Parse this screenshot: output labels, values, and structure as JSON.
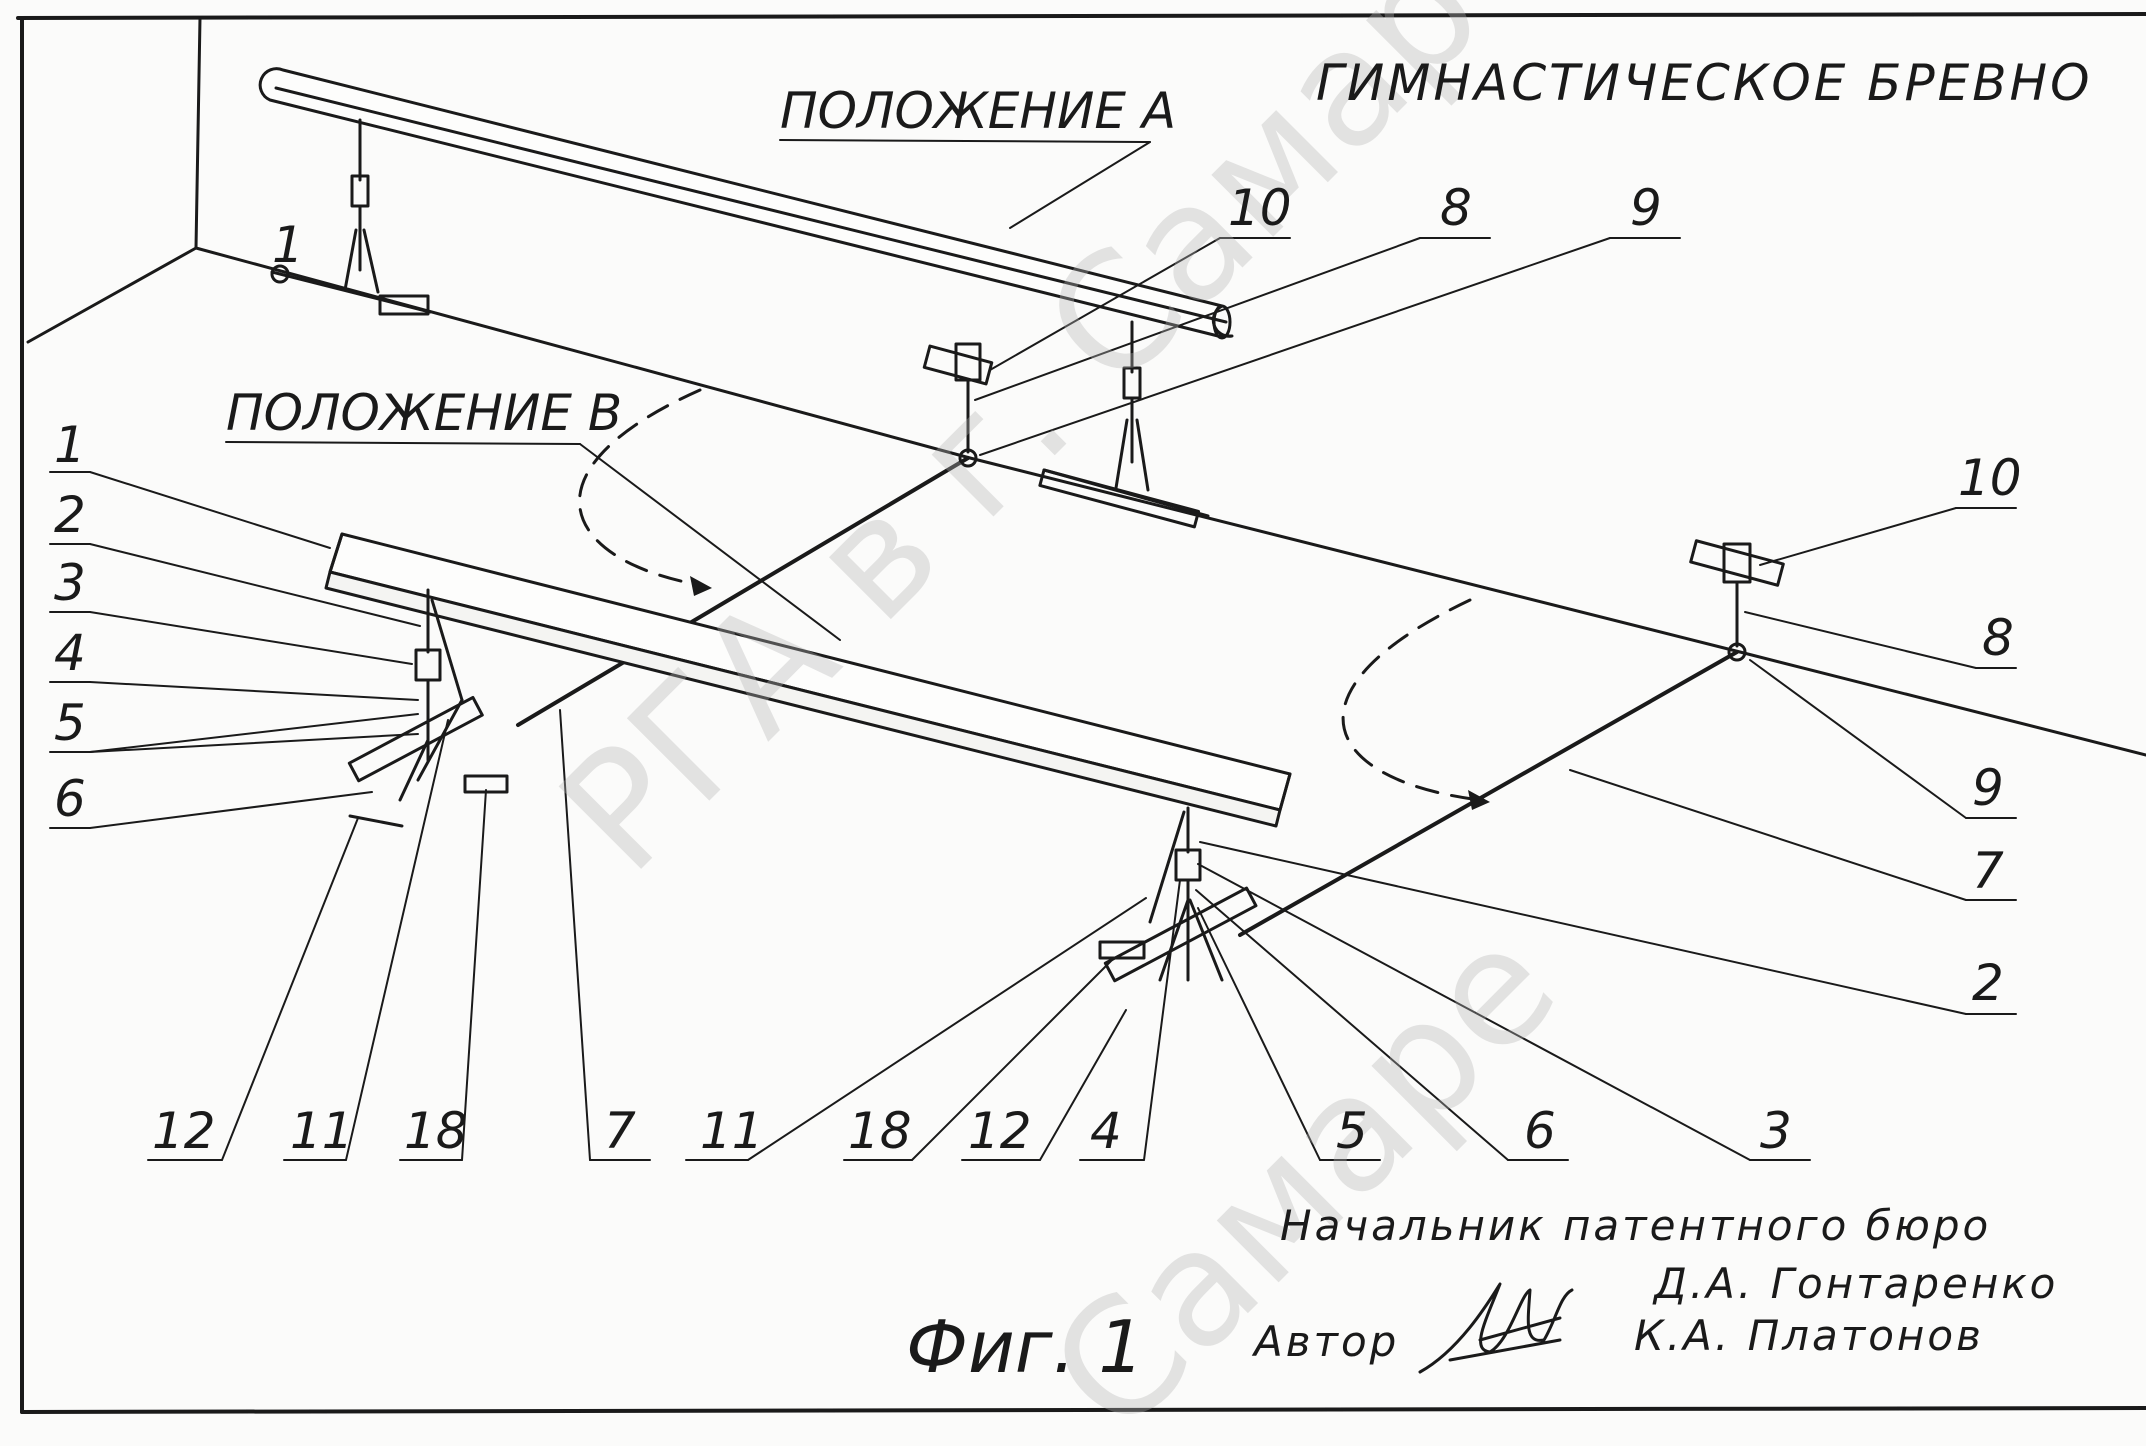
{
  "title": "ГИМНАСТИЧЕСКОЕ БРЕВНО",
  "position_a": "ПОЛОЖЕНИЕ А",
  "position_b": "ПОЛОЖЕНИЕ В",
  "figure": "Фиг. 1",
  "office_label": "Начальник патентного бюро",
  "office_name": "Д.А. Гонтаренко",
  "author_label": "Автор",
  "author_name": "К.А. Платонов",
  "watermark": "РГА в г. Самаре",
  "watermark_2": "Самаре",
  "callouts": {
    "c1": "1",
    "c2": "2",
    "c3": "3",
    "c4": "4",
    "c5": "5",
    "c6": "6",
    "c10a": "10",
    "c8a": "8",
    "c9a": "9",
    "c10b": "10",
    "c8b": "8",
    "c9b": "9",
    "c7r": "7",
    "c2r": "2",
    "c1top": "1",
    "b12a": "12",
    "b11a": "11",
    "b18a": "18",
    "b7": "7",
    "b11b": "11",
    "b18b": "18",
    "b12b": "12",
    "b4": "4",
    "b5": "5",
    "b6": "6",
    "b3": "3"
  }
}
